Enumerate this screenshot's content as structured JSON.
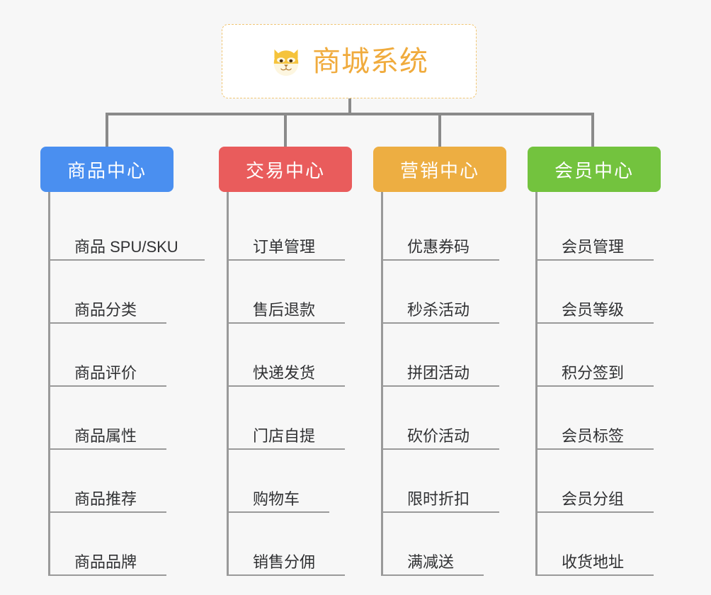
{
  "background_color": "#f7f7f7",
  "root": {
    "label": "商城系统",
    "icon": "shiba-dog-face-icon",
    "text_color": "#f0ab3d",
    "border_color": "#f0c674",
    "background_color": "#ffffff"
  },
  "connector_color": "#8a8a8a",
  "branches": [
    {
      "title": "商品中心",
      "color": "#4a8ff0",
      "items": [
        "商品 SPU/SKU",
        "商品分类",
        "商品评价",
        "商品属性",
        "商品推荐",
        "商品品牌"
      ]
    },
    {
      "title": "交易中心",
      "color": "#e95c5c",
      "items": [
        "订单管理",
        "售后退款",
        "快递发货",
        "门店自提",
        "购物车",
        "销售分佣"
      ]
    },
    {
      "title": "营销中心",
      "color": "#edae42",
      "items": [
        "优惠券码",
        "秒杀活动",
        "拼团活动",
        "砍价活动",
        "限时折扣",
        "满减送"
      ]
    },
    {
      "title": "会员中心",
      "color": "#73c33e",
      "items": [
        "会员管理",
        "会员等级",
        "积分签到",
        "会员标签",
        "会员分组",
        "收货地址"
      ]
    }
  ]
}
